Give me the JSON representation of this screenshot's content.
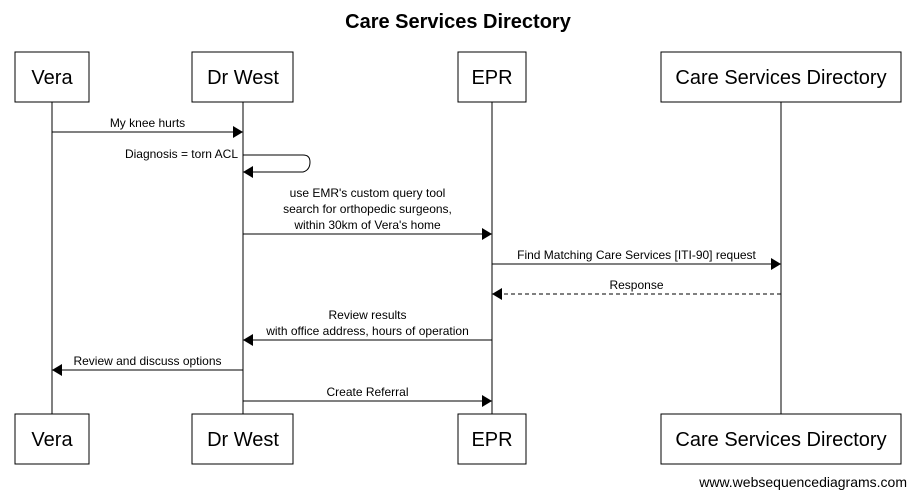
{
  "title": "Care Services Directory",
  "participants": [
    {
      "id": "vera",
      "name": "Vera"
    },
    {
      "id": "drwest",
      "name": "Dr West"
    },
    {
      "id": "epr",
      "name": "EPR"
    },
    {
      "id": "csd",
      "name": "Care Services Directory"
    }
  ],
  "messages": [
    {
      "from": "vera",
      "to": "drwest",
      "kind": "solid",
      "lines": [
        "My knee hurts"
      ]
    },
    {
      "from": "drwest",
      "to": "drwest",
      "kind": "self",
      "lines": [
        "Diagnosis = torn ACL"
      ]
    },
    {
      "from": "drwest",
      "to": "epr",
      "kind": "solid",
      "lines": [
        "use EMR's custom query tool",
        "search for orthopedic surgeons,",
        "within 30km of Vera's home"
      ]
    },
    {
      "from": "epr",
      "to": "csd",
      "kind": "solid",
      "lines": [
        "Find Matching Care Services [ITI-90] request"
      ]
    },
    {
      "from": "csd",
      "to": "epr",
      "kind": "dashed",
      "lines": [
        "Response"
      ]
    },
    {
      "from": "epr",
      "to": "drwest",
      "kind": "solid",
      "lines": [
        "Review results",
        "with office address, hours of operation"
      ]
    },
    {
      "from": "drwest",
      "to": "vera",
      "kind": "solid",
      "lines": [
        "Review and discuss options"
      ]
    },
    {
      "from": "drwest",
      "to": "epr",
      "kind": "solid",
      "lines": [
        "Create Referral"
      ]
    }
  ],
  "footer": "www.websequencediagrams.com"
}
